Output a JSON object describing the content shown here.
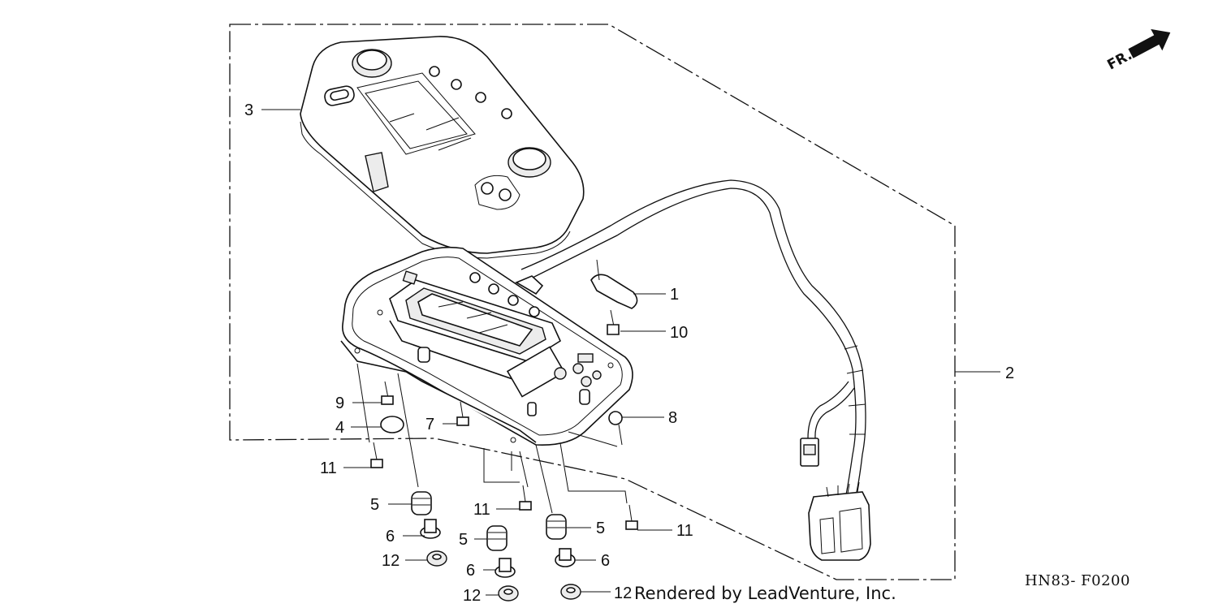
{
  "diagram": {
    "code": "HN83- F0200",
    "credit": "Rendered by LeadVenture, Inc.",
    "direction_label": "FR.",
    "callouts": [
      {
        "id": "c3",
        "text": "3"
      },
      {
        "id": "c1",
        "text": "1"
      },
      {
        "id": "c10",
        "text": "10"
      },
      {
        "id": "c2",
        "text": "2"
      },
      {
        "id": "c8",
        "text": "8"
      },
      {
        "id": "c9",
        "text": "9"
      },
      {
        "id": "c4",
        "text": "4"
      },
      {
        "id": "c7",
        "text": "7"
      },
      {
        "id": "c11a",
        "text": "11"
      },
      {
        "id": "c5a",
        "text": "5"
      },
      {
        "id": "c11b",
        "text": "11"
      },
      {
        "id": "c5b",
        "text": "5"
      },
      {
        "id": "c11c",
        "text": "11"
      },
      {
        "id": "c6a",
        "text": "6"
      },
      {
        "id": "c5c",
        "text": "5"
      },
      {
        "id": "c12a",
        "text": "12"
      },
      {
        "id": "c6b",
        "text": "6"
      },
      {
        "id": "c6c",
        "text": "6"
      },
      {
        "id": "c12b",
        "text": "12"
      },
      {
        "id": "c12c",
        "text": "12"
      }
    ]
  }
}
